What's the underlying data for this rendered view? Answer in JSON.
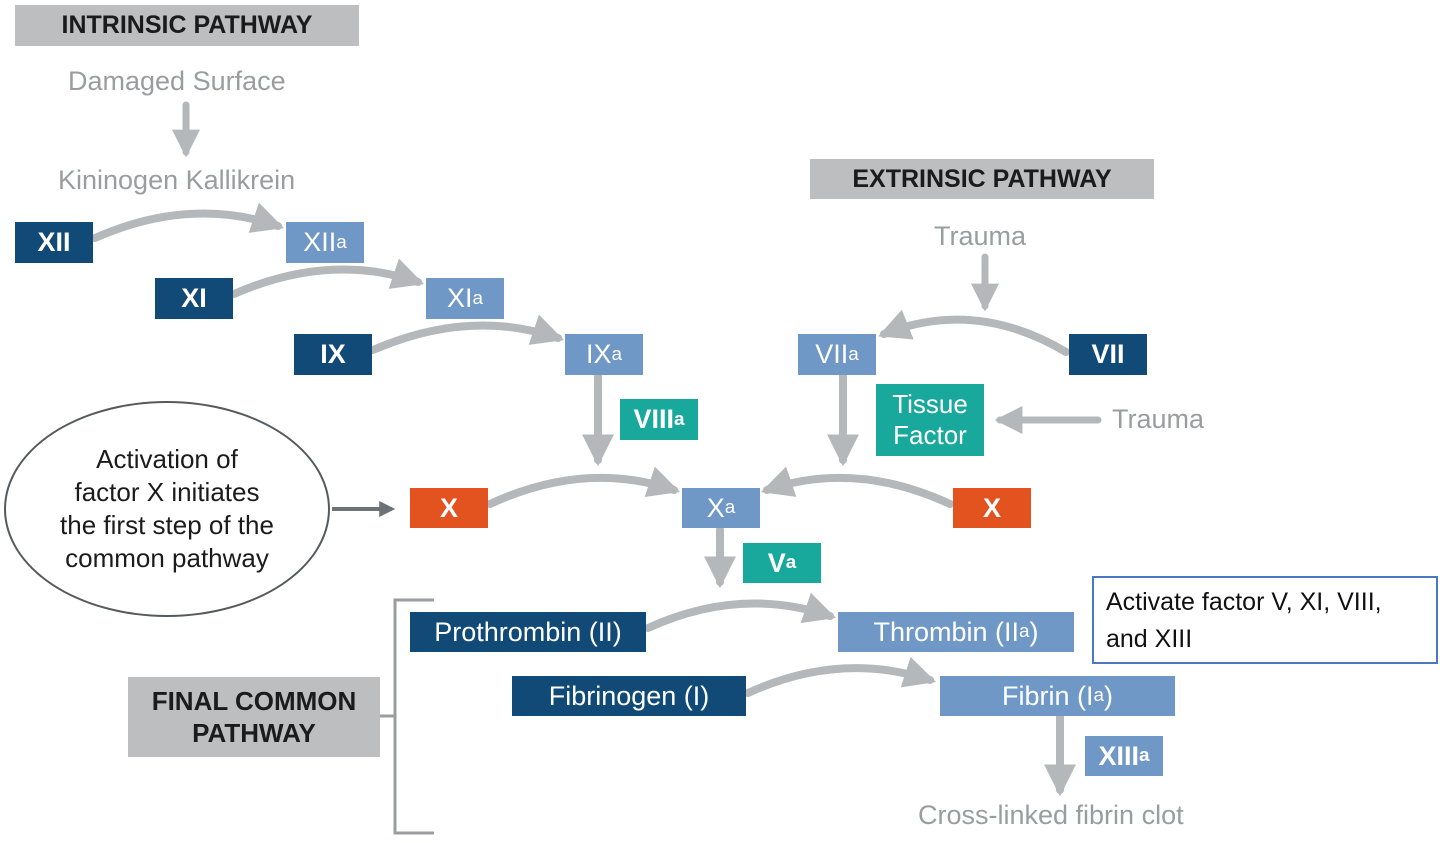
{
  "headers": {
    "intrinsic": "INTRINSIC PATHWAY",
    "extrinsic": "EXTRINSIC PATHWAY",
    "final_common_line1": "FINAL COMMON",
    "final_common_line2": "PATHWAY"
  },
  "labels": {
    "damaged_surface": "Damaged Surface",
    "kininogen_kallikrein": "Kininogen Kallikrein",
    "trauma_top": "Trauma",
    "trauma_side": "Trauma",
    "crosslinked_clot": "Cross-linked fibrin clot"
  },
  "factors": {
    "xii": "XII",
    "xii_a": "XII",
    "xi": "XI",
    "xi_a": "XI",
    "ix": "IX",
    "ix_a": "IX",
    "viii_a": "VIII",
    "vii_a": "VII",
    "vii": "VII",
    "tissue_factor_line1": "Tissue",
    "tissue_factor_line2": "Factor",
    "x_left": "X",
    "x_a": "X",
    "x_right": "X",
    "v_a": "V",
    "prothrombin": "Prothrombin (II)",
    "thrombin": "Thrombin (II",
    "thrombin_close": ")",
    "fibrinogen": "Fibrinogen (I)",
    "fibrin": "Fibrin (I",
    "fibrin_close": ")",
    "xiii_a": "XIII",
    "subscript": "a"
  },
  "callout": {
    "line1": "Activation of",
    "line2": "factor X initiates",
    "line3": "the first step of the",
    "line4": "common pathway"
  },
  "note": {
    "line1": "Activate factor V, XI, VIII,",
    "line2": "and XIII"
  },
  "colors": {
    "dark_blue": "#114a77",
    "light_blue": "#6f98c6",
    "teal": "#19a89c",
    "orange": "#e3531f",
    "header_gray": "#bcbec0",
    "arrow_gray": "#b4b8bb",
    "note_border": "#4a78c2"
  }
}
